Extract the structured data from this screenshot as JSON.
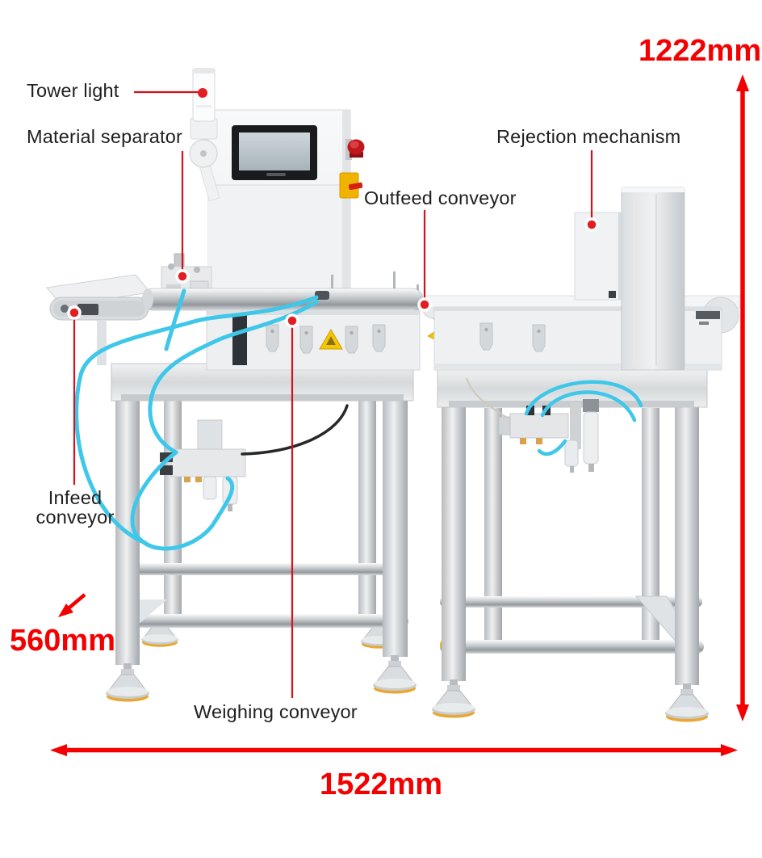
{
  "labels": {
    "tower_light": "Tower light",
    "material_separator": "Material separator",
    "rejection_mechanism": "Rejection mechanism",
    "outfeed_conveyor": "Outfeed conveyor",
    "infeed_conveyor": "Infeed conveyor",
    "weighing_conveyor": "Weighing conveyor"
  },
  "dimensions": {
    "height": "1222mm",
    "length": "1522mm",
    "width": "560mm"
  },
  "colors": {
    "background": "#ffffff",
    "label_text": "#202020",
    "dimension_red": "#f40000",
    "annotation_red": "#d2121e",
    "callout_dot_red": "#e21d24",
    "steel_light": "#eef0f1",
    "steel_mid": "#c9cdd0",
    "pneumatic_tube_cyan": "#3fc7e9",
    "warning_yellow": "#f7c600",
    "foot_ring_orange": "#eaa62e",
    "estop_red": "#c0181c",
    "switch_yellow": "#f0b400",
    "screen_bezel_black": "#1a1b1d"
  }
}
